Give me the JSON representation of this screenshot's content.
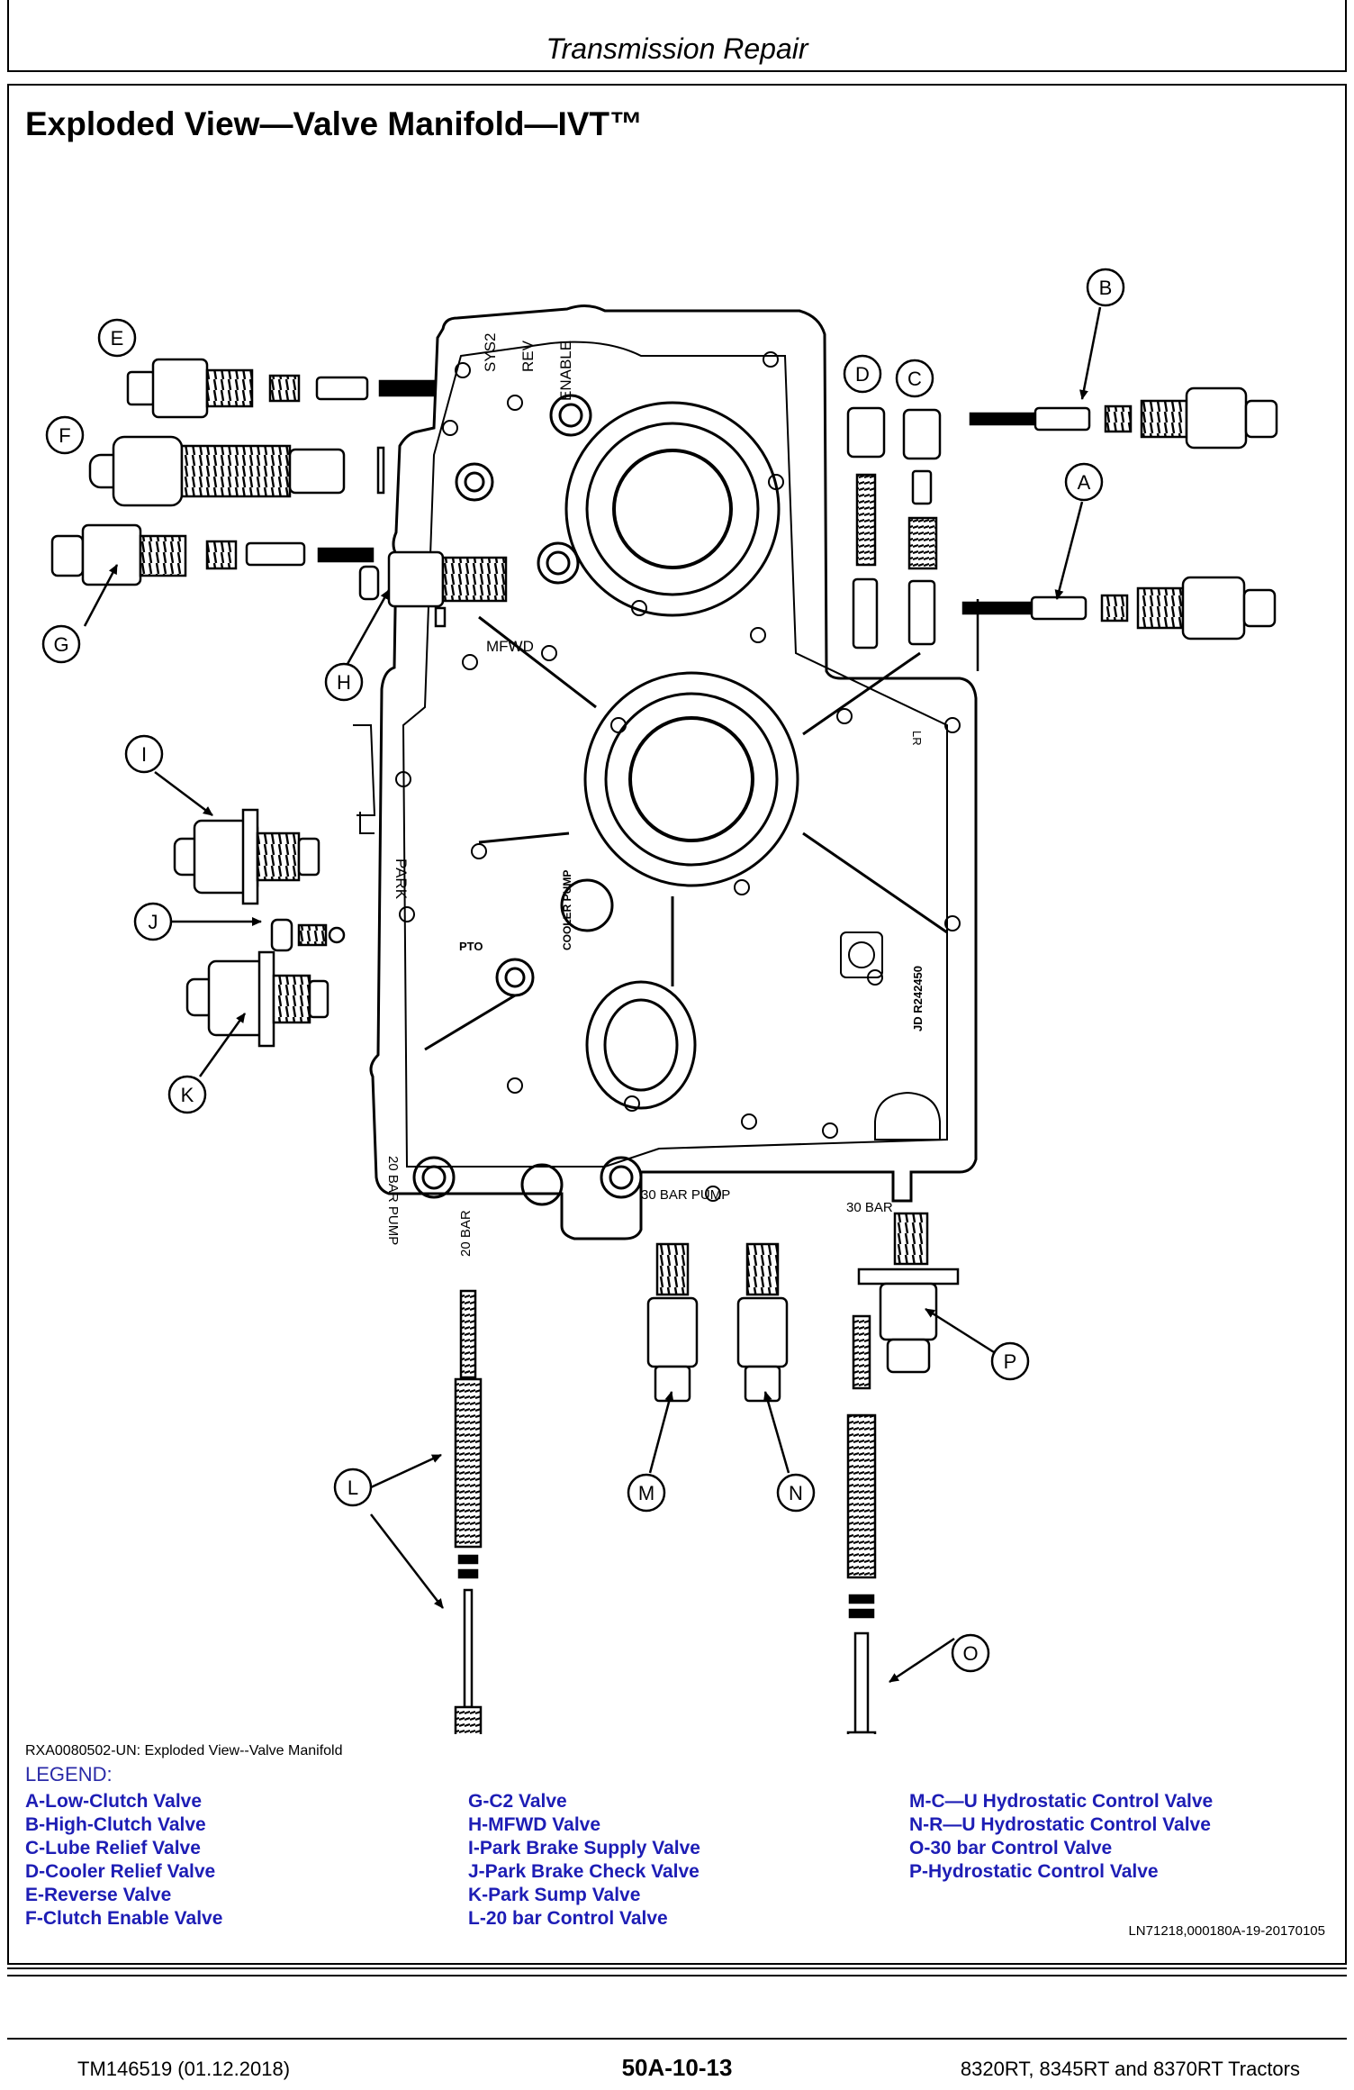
{
  "header": {
    "section_title": "Transmission Repair"
  },
  "page_heading": "Exploded View—Valve Manifold—IVT™",
  "figure": {
    "callouts": [
      "A",
      "B",
      "C",
      "D",
      "E",
      "F",
      "G",
      "H",
      "I",
      "J",
      "K",
      "L",
      "M",
      "N",
      "O",
      "P"
    ],
    "manifold_labels": {
      "sys2": "SYS2",
      "rev": "REV",
      "enable": "ENABLE",
      "mfwd": "MFWD",
      "park": "PARK",
      "pto": "PTO",
      "cooler_pump": "COOLER PUMP",
      "jd_part": "JD R242450",
      "bar20_pump": "20 BAR PUMP",
      "bar20": "20 BAR",
      "bar30_pump": "30 BAR PUMP",
      "bar30": "30 BAR",
      "lr": "LR"
    },
    "figure_id": "RXA0080502-UN: Exploded View--Valve Manifold"
  },
  "legend": {
    "title": "LEGEND:",
    "column1": [
      "A-Low-Clutch Valve",
      "B-High-Clutch Valve",
      "C-Lube Relief Valve",
      "D-Cooler Relief Valve",
      "E-Reverse Valve",
      "F-Clutch Enable Valve"
    ],
    "column2": [
      "G-C2 Valve",
      "H-MFWD Valve",
      "I-Park Brake Supply Valve",
      "J-Park Brake Check Valve",
      "K-Park Sump Valve",
      "L-20 bar Control Valve"
    ],
    "column3": [
      "M-C—U Hydrostatic Control Valve",
      "N-R—U Hydrostatic Control Valve",
      "O-30 bar Control Valve",
      "P-Hydrostatic Control Valve"
    ]
  },
  "doc_ref": "LN71218,000180A-19-20170105",
  "footer": {
    "left": "TM146519 (01.12.2018)",
    "center": "50A-10-13",
    "right": "8320RT, 8345RT and 8370RT Tractors"
  }
}
